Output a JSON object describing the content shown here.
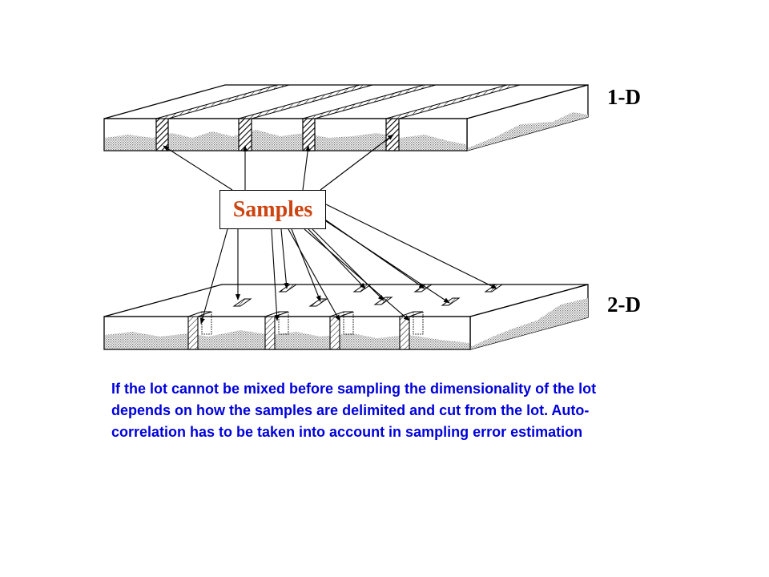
{
  "labels": {
    "one_d": "1-D",
    "two_d": "2-D",
    "samples": "Samples"
  },
  "caption": {
    "lines": [
      "If the lot cannot be mixed before sampling the dimensionality of the lot",
      "depends on how the samples are delimited and cut from the lot. Auto-",
      "correlation has to be taken into account in sampling error estimation"
    ]
  },
  "colors": {
    "samples_text": "#cc4411",
    "caption_text": "#0000dd",
    "lines": "#000000",
    "material_fill": "#9a9a9a"
  }
}
